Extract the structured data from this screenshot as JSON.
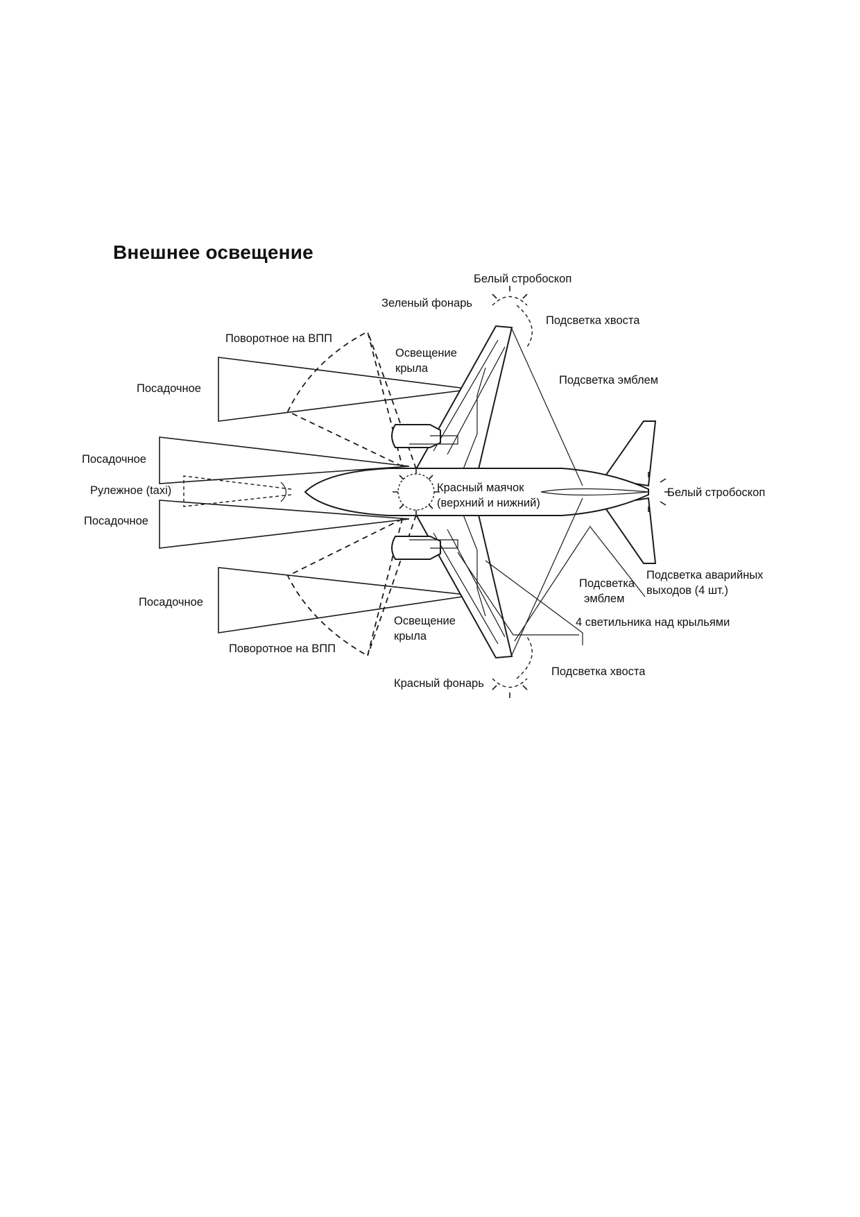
{
  "title": "Внешнее освещение",
  "labels": {
    "white_strobe_top": "Белый стробоскоп",
    "green_light": "Зеленый фонарь",
    "tail_light_top": "Подсветка хвоста",
    "runway_turnoff_top": "Поворотное на ВПП",
    "wing_light_top_1": "Освещение",
    "wing_light_top_2": "крыла",
    "logo_light_top": "Подсветка эмблем",
    "landing_outer_top": "Посадочное",
    "landing_inner_top": "Посадочное",
    "taxi": "Рулежное (taxi)",
    "landing_inner_bottom": "Посадочное",
    "red_beacon_1": "Красный маячок",
    "red_beacon_2": "(верхний и нижний)",
    "white_strobe_tail": "Белый стробоскоп",
    "logo_light_bottom_1": "Подсветка",
    "logo_light_bottom_2": "эмблем",
    "emergency_exit_1": "Подсветка аварийных",
    "emergency_exit_2": "выходов (4 шт.)",
    "landing_outer_bottom": "Посадочное",
    "wing_light_bottom_1": "Освещение",
    "wing_light_bottom_2": "крыла",
    "overwing_lights": "4 светильника над крыльями",
    "runway_turnoff_bottom": "Поворотное на ВПП",
    "tail_light_bottom": "Подсветка хвоста",
    "red_light": "Красный фонарь"
  }
}
